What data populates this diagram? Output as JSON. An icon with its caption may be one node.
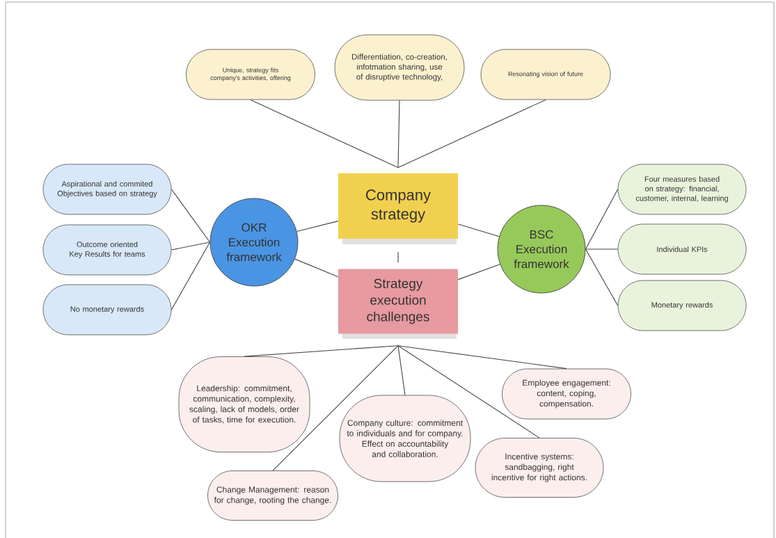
{
  "diagram": {
    "nodes": [
      {
        "text": [
          "Company strategy"
        ]
      },
      {
        "text": [
          "Strategy execution challenges"
        ]
      },
      {
        "text": [
          "Unique, strategy fits company's activities, offering"
        ]
      },
      {
        "text": [
          "Differentiation, co-creation, infotmation sharing, use of disruptive technology,"
        ]
      },
      {
        "text": [
          "Resonating vision of future"
        ]
      },
      {
        "text": [
          "OKR Execution framework"
        ]
      },
      {
        "text": [
          "BSC Execution framework"
        ]
      },
      {
        "text": [
          "Aspirational and commited Objectives based on strategy"
        ]
      },
      {
        "text": [
          "Outcome oriented Key Results for teams"
        ]
      },
      {
        "text": [
          "No monetary rewards"
        ]
      },
      {
        "text": [
          "Four measures based on strategy: financial, customer, internal, learning"
        ]
      },
      {
        "text": [
          "Individual KPIs"
        ]
      },
      {
        "text": [
          "Monetary rewards"
        ]
      },
      {
        "text": [
          "Leadership: commitment, communication, complexity, scaling, lack of models, order of tasks, time for execution."
        ]
      },
      {
        "text": [
          "Change Management: reason for change, rooting the change."
        ]
      },
      {
        "text": [
          "Company culture: commitment to individuals and for company. Effect on accountability and collaboration."
        ]
      },
      {
        "text": [
          "Incentive systems: sandbagging, right incentive for right actions."
        ]
      },
      {
        "text": [
          "Employee engagement: content, coping, compensation."
        ]
      }
    ],
    "edges": [
      {
        "from": 0,
        "to": 2,
        "arrow": "none"
      },
      {
        "from": 0,
        "to": 3,
        "arrow": "none"
      },
      {
        "from": 0,
        "to": 4,
        "arrow": "none"
      },
      {
        "from": 5,
        "to": 0,
        "arrow": "none"
      },
      {
        "from": 5,
        "to": 1,
        "arrow": "none"
      },
      {
        "from": 6,
        "to": 0,
        "arrow": "none"
      },
      {
        "from": 6,
        "to": 1,
        "arrow": "none"
      },
      {
        "from": 0,
        "to": 1,
        "arrow": "none"
      },
      {
        "from": 5,
        "to": 7,
        "arrow": "none"
      },
      {
        "from": 5,
        "to": 8,
        "arrow": "none"
      },
      {
        "from": 5,
        "to": 9,
        "arrow": "none"
      },
      {
        "from": 6,
        "to": 10,
        "arrow": "none"
      },
      {
        "from": 6,
        "to": 11,
        "arrow": "none"
      },
      {
        "from": 6,
        "to": 12,
        "arrow": "none"
      },
      {
        "from": 1,
        "to": 13,
        "arrow": "none"
      },
      {
        "from": 1,
        "to": 14,
        "arrow": "none"
      },
      {
        "from": 1,
        "to": 15,
        "arrow": "none"
      },
      {
        "from": 1,
        "to": 16,
        "arrow": "none"
      },
      {
        "from": 1,
        "to": 17,
        "arrow": "none"
      }
    ]
  }
}
